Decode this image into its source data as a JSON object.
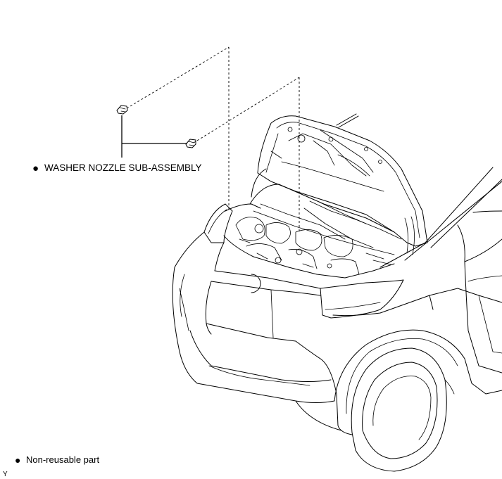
{
  "callout": {
    "part_label": "WASHER NOZZLE SUB-ASSEMBLY",
    "marker": "●"
  },
  "legend": {
    "marker": "●",
    "label": "Non-reusable part"
  },
  "figure_code": "Y"
}
